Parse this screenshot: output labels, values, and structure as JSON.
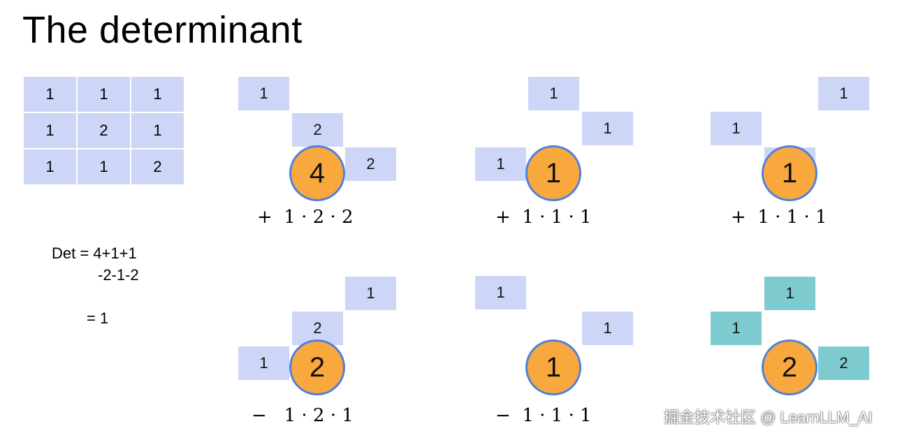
{
  "title": "The determinant",
  "matrix": [
    [
      "1",
      "1",
      "1"
    ],
    [
      "1",
      "2",
      "1"
    ],
    [
      "1",
      "1",
      "2"
    ]
  ],
  "det": {
    "line1": "Det = 4+1+1",
    "line2": "-2-1-2",
    "line3": "= 1"
  },
  "panels": [
    {
      "cells": [
        "1",
        "2",
        "2"
      ],
      "circle": "4",
      "expr": "+  1 · 2 · 2"
    },
    {
      "cells": [
        "1",
        "1",
        "1"
      ],
      "circle": "1",
      "expr": "+  1 · 1 · 1"
    },
    {
      "cells": [
        "1",
        "1",
        "1"
      ],
      "circle": "1",
      "expr": "+  1 · 1 · 1"
    },
    {
      "cells": [
        "1",
        "2",
        "1"
      ],
      "circle": "2",
      "expr": "−   1 · 2 · 1"
    },
    {
      "cells": [
        "1",
        "1"
      ],
      "circle": "1",
      "expr": "−  1 · 1 · 1"
    },
    {
      "cells": [
        "1",
        "1",
        "2"
      ],
      "circle": "2",
      "expr": ""
    }
  ],
  "watermark": "掘金技术社区 @ LearnLLM_AI",
  "colors": {
    "cell": "#cdd6f7",
    "teal_cell": "#7ecbcf",
    "circle": "#f8a83c",
    "circle_border": "#4f7fe0"
  }
}
